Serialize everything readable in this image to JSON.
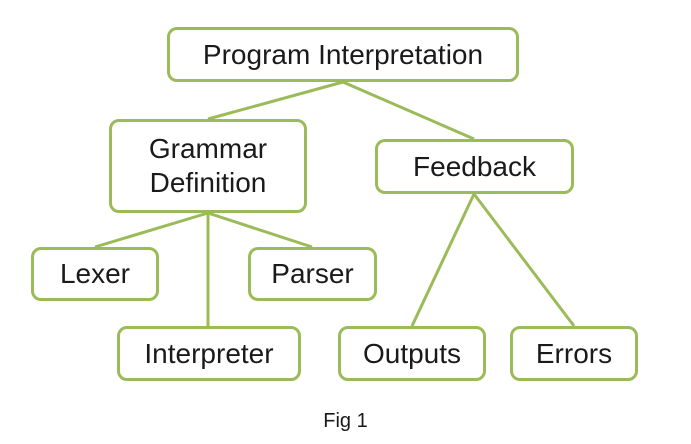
{
  "colors": {
    "edge": "#9bbb59",
    "border": "#9bbb59",
    "text": "#1a1a1a"
  },
  "nodes": {
    "root": "Program Interpretation",
    "grammar": "Grammar\nDefinition",
    "feedback": "Feedback",
    "lexer": "Lexer",
    "parser": "Parser",
    "interpreter": "Interpreter",
    "outputs": "Outputs",
    "errors": "Errors"
  },
  "edges": [
    {
      "from": "Program Interpretation",
      "to": "Grammar Definition"
    },
    {
      "from": "Program Interpretation",
      "to": "Feedback"
    },
    {
      "from": "Grammar Definition",
      "to": "Lexer"
    },
    {
      "from": "Grammar Definition",
      "to": "Parser"
    },
    {
      "from": "Grammar Definition",
      "to": "Interpreter"
    },
    {
      "from": "Feedback",
      "to": "Outputs"
    },
    {
      "from": "Feedback",
      "to": "Errors"
    }
  ],
  "caption": "Fig 1"
}
